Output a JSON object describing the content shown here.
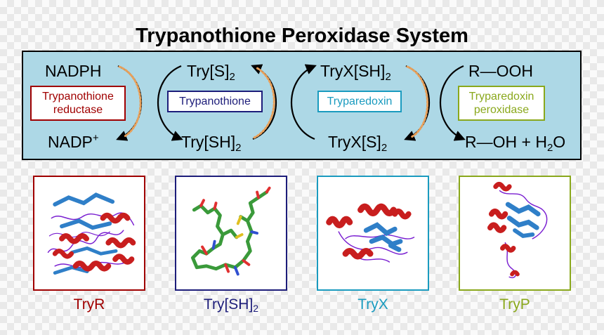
{
  "title": "Trypanothione Peroxidase System",
  "colors": {
    "panel_bg": "#add8e6",
    "reductase": "#a00000",
    "trypanothione": "#1d1d7a",
    "tryparedoxin": "#1a9bbf",
    "peroxidase": "#8aa81c",
    "helix": "#c81e1e",
    "sheet": "#2f7fc8",
    "loop": "#7a1fd1",
    "stick": "#3a9a3a",
    "electron_dots": "#e8a05a"
  },
  "reactions": {
    "nadph": "NADPH",
    "nadp_base": "NADP",
    "nadp_sup": "+",
    "try_s2_base": "Try[S]",
    "try_s2_sub": "2",
    "try_sh2_base": "Try[SH]",
    "try_sh2_sub": "2",
    "tryx_sh2_base": "TryX[SH]",
    "tryx_sh2_sub": "2",
    "tryx_s2_base": "TryX[S]",
    "tryx_s2_sub": "2",
    "r_ooh": "R—OOH",
    "r_oh_prefix": "R—OH + H",
    "r_oh_sub": "2",
    "r_oh_suffix": "O"
  },
  "enzymes": {
    "reductase_line1": "Trypanothione",
    "reductase_line2": "reductase",
    "trypanothione": "Trypanothione",
    "tryparedoxin": "Tryparedoxin",
    "peroxidase_line1": "Tryparedoxin",
    "peroxidase_line2": "peroxidase"
  },
  "structures": {
    "tryr": "TryR",
    "trysh2_base": "Try[SH]",
    "trysh2_sub": "2",
    "tryx": "TryX",
    "tryp": "TryP"
  }
}
